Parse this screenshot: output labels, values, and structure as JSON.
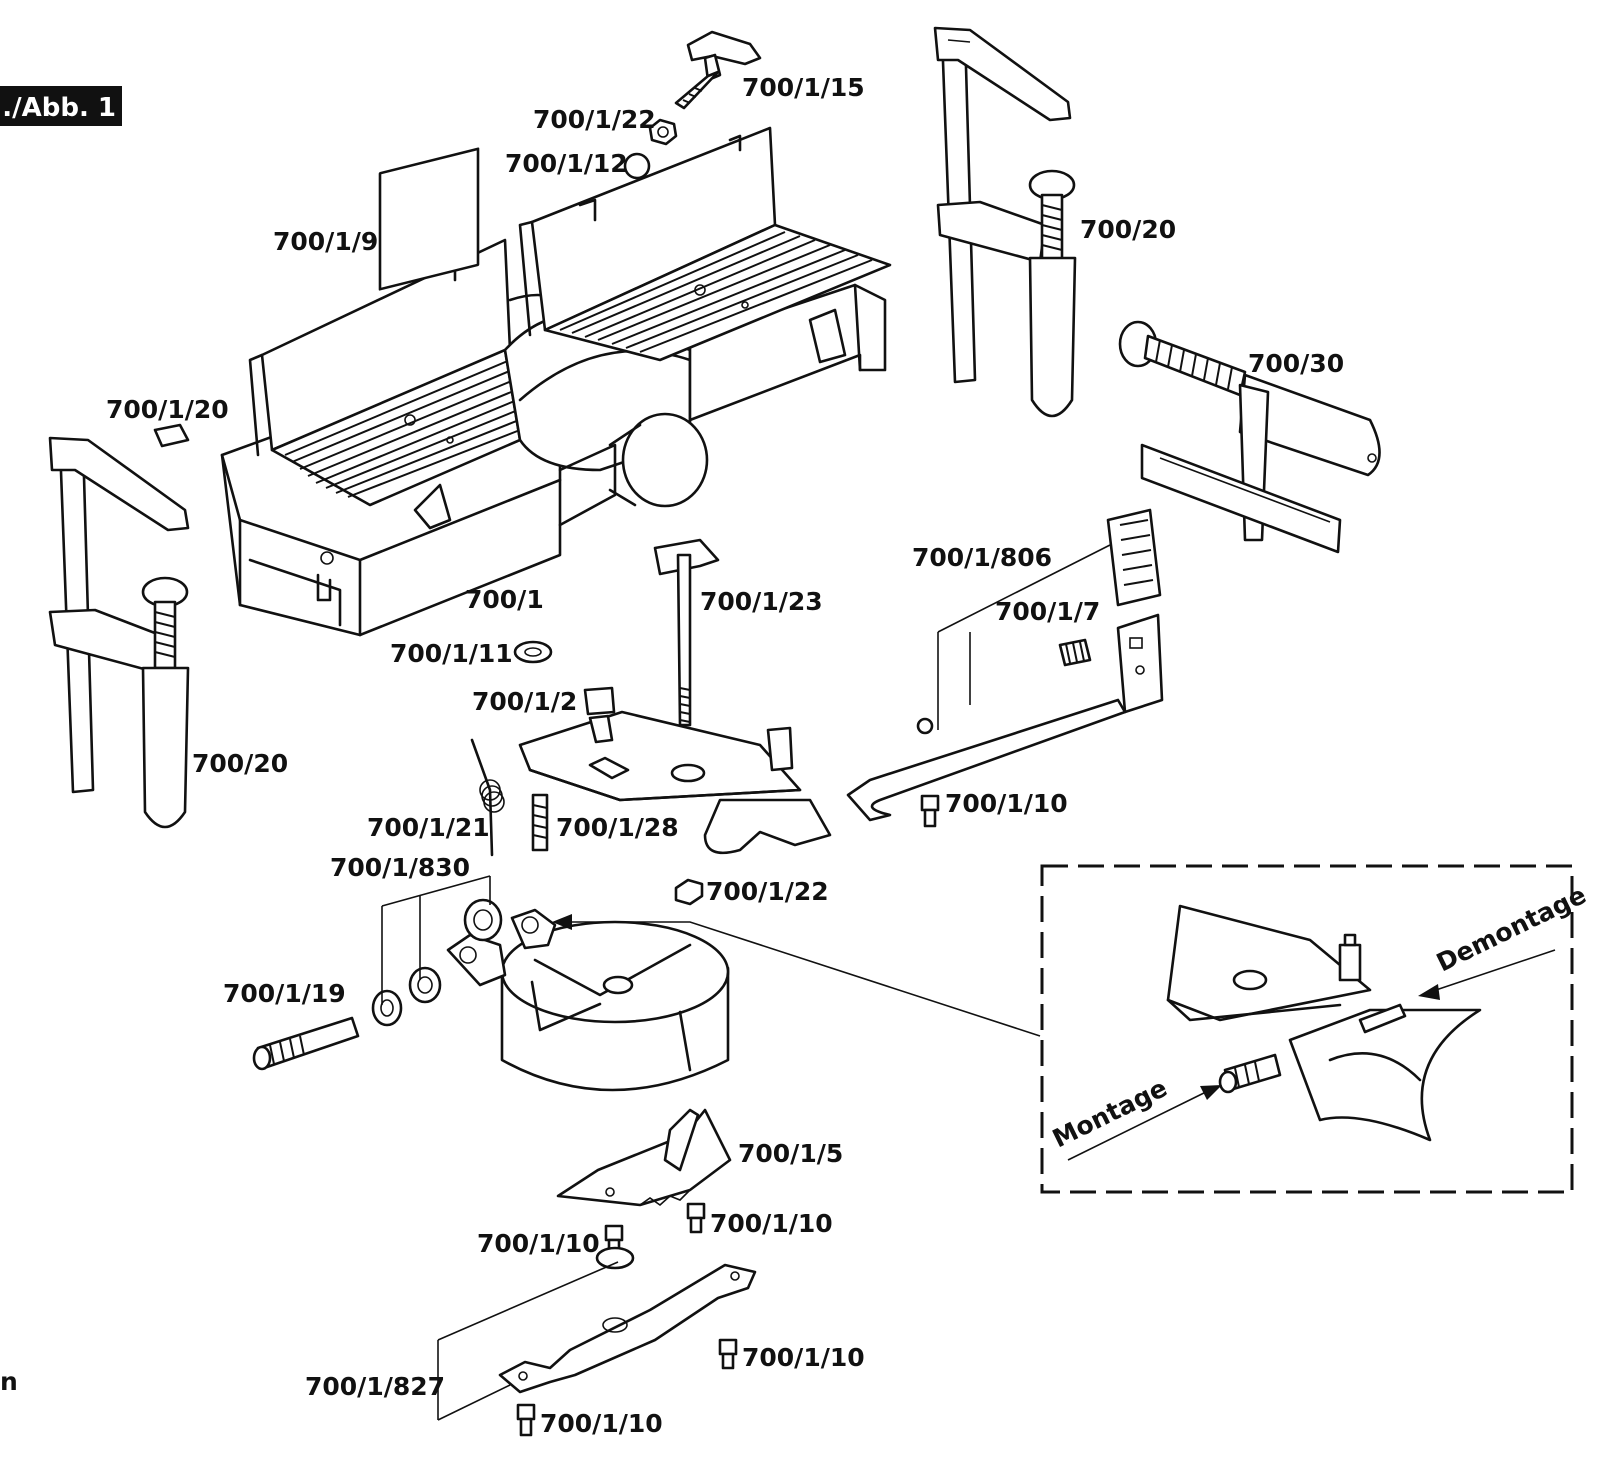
{
  "figure_tag": "../Abb. 1",
  "side_mark": "n",
  "inset": {
    "montage": "Montage",
    "demontage": "Demontage"
  },
  "labels": {
    "p700_1_15": "700/1/15",
    "p700_1_22_top": "700/1/22",
    "p700_1_12": "700/1/12",
    "p700_1_9": "700/1/9",
    "p700_20_right": "700/20",
    "p700_30": "700/30",
    "p700_1_20": "700/1/20",
    "p700_1_806": "700/1/806",
    "p700_1_7": "700/1/7",
    "p700_1": "700/1",
    "p700_1_23": "700/1/23",
    "p700_1_11": "700/1/11",
    "p700_1_2": "700/1/2",
    "p700_20_left": "700/20",
    "p700_1_10_a": "700/1/10",
    "p700_1_21": "700/1/21",
    "p700_1_28": "700/1/28",
    "p700_1_830": "700/1/830",
    "p700_1_22_bottom": "700/1/22",
    "p700_1_19": "700/1/19",
    "p700_1_5": "700/1/5",
    "p700_1_10_b": "700/1/10",
    "p700_1_10_c": "700/1/10",
    "p700_1_10_d": "700/1/10",
    "p700_1_827": "700/1/827",
    "p700_1_10_e": "700/1/10"
  }
}
